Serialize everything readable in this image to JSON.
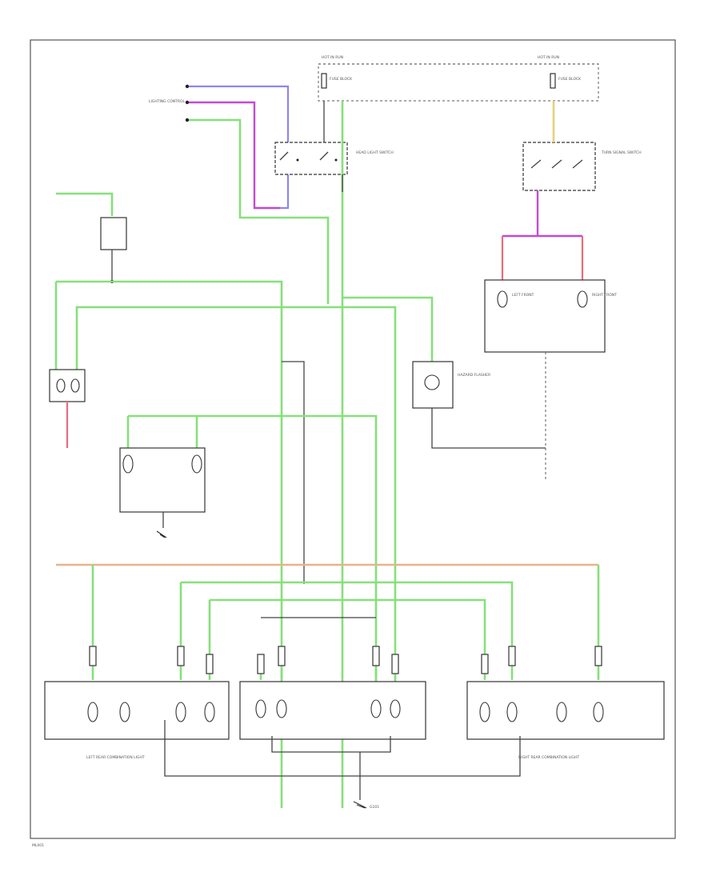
{
  "diagram": {
    "labels": {
      "hot_run_left": "HOT IN RUN",
      "hot_run_right": "HOT IN RUN",
      "fuse_block": "FUSE BLOCK",
      "lighting_control": "LIGHTING CONTROL",
      "headlight_switch": "HEAD LIGHT SWITCH",
      "turn_signal": "TURN SIGNAL SWITCH",
      "hazard": "HAZARD FLASHER",
      "left_front": "LEFT FRONT",
      "right_front": "RIGHT FRONT",
      "left_rear": "LEFT REAR COMBINATION LIGHT",
      "right_rear": "RIGHT REAR COMBINATION LIGHT",
      "ground": "G101",
      "page_id": "ML001"
    }
  }
}
